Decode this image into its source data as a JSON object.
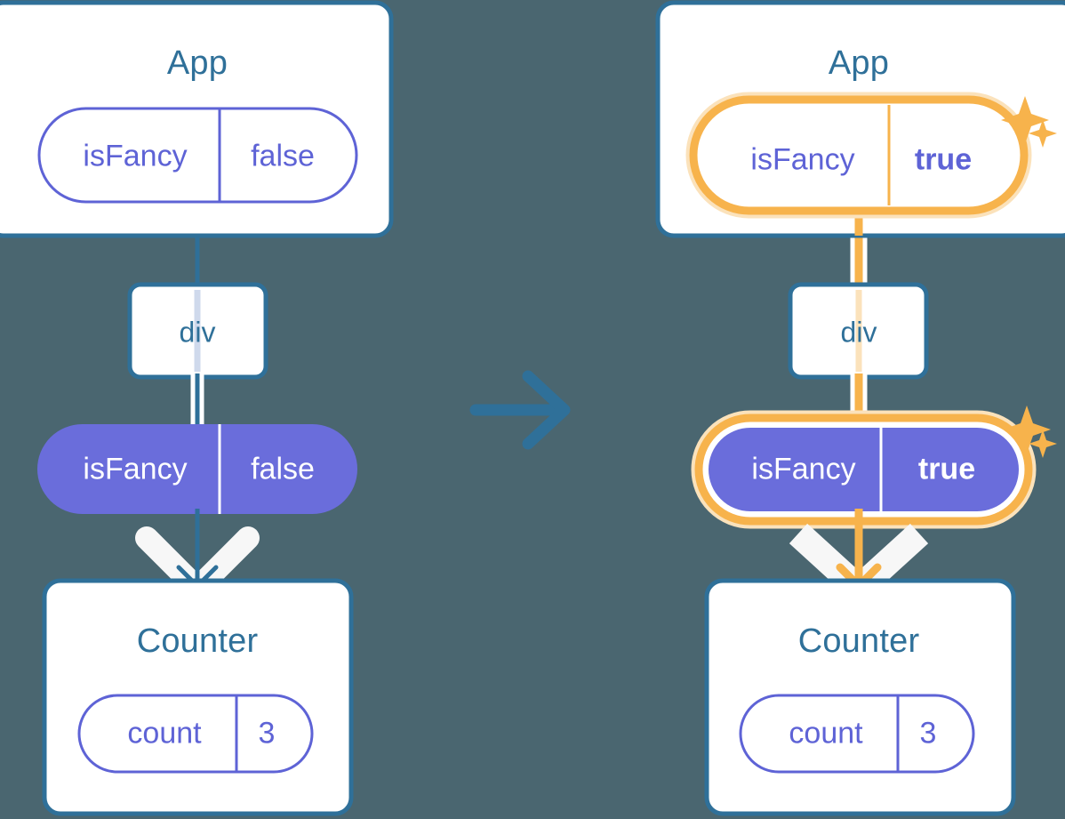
{
  "background_color": "#4a6670",
  "palette": {
    "card_border": "#2f7099",
    "card_fill": "#ffffff",
    "title_text": "#2f7099",
    "pill_outline": "#5e63d6",
    "pill_solid_fill": "#6a6ddb",
    "pill_solid_text": "#ffffff",
    "highlight_ring": "#f7b34c",
    "highlight_glow": "#fbe2bb",
    "connector_blue": "#2f7099",
    "connector_orange": "#f7b34c",
    "arrow_wing_white": "#f7f7f7"
  },
  "diagram": {
    "type": "react-state-propagation-diagram",
    "transition_arrow": {
      "icon": "arrow-right-icon",
      "color": "#2f7099",
      "direction": "right"
    },
    "panels": [
      {
        "id": "before",
        "side": "left",
        "highlighted": false,
        "app_card": {
          "title": "App",
          "state_pill": {
            "name": "isFancy",
            "value": "false",
            "style": "outline",
            "bold_value": false,
            "highlighted": false
          }
        },
        "dom_node": {
          "label": "div"
        },
        "prop_pill": {
          "name": "isFancy",
          "value": "false",
          "style": "solid",
          "bold_value": false,
          "highlighted": false
        },
        "counter_card": {
          "title": "Counter",
          "state_pill": {
            "name": "count",
            "value": "3",
            "style": "outline",
            "bold_value": false,
            "highlighted": false
          }
        },
        "connector_color": "#2f7099",
        "arrow_color": "#2f7099",
        "sparkles": []
      },
      {
        "id": "after",
        "side": "right",
        "highlighted": true,
        "app_card": {
          "title": "App",
          "state_pill": {
            "name": "isFancy",
            "value": "true",
            "style": "outline",
            "bold_value": true,
            "highlighted": true
          }
        },
        "dom_node": {
          "label": "div"
        },
        "prop_pill": {
          "name": "isFancy",
          "value": "true",
          "style": "solid",
          "bold_value": true,
          "highlighted": true
        },
        "counter_card": {
          "title": "Counter",
          "state_pill": {
            "name": "count",
            "value": "3",
            "style": "outline",
            "bold_value": false,
            "highlighted": false
          }
        },
        "connector_color": "#f7b34c",
        "arrow_color": "#f7b34c",
        "sparkles": [
          "sparkle-large",
          "sparkle-small"
        ]
      }
    ]
  }
}
